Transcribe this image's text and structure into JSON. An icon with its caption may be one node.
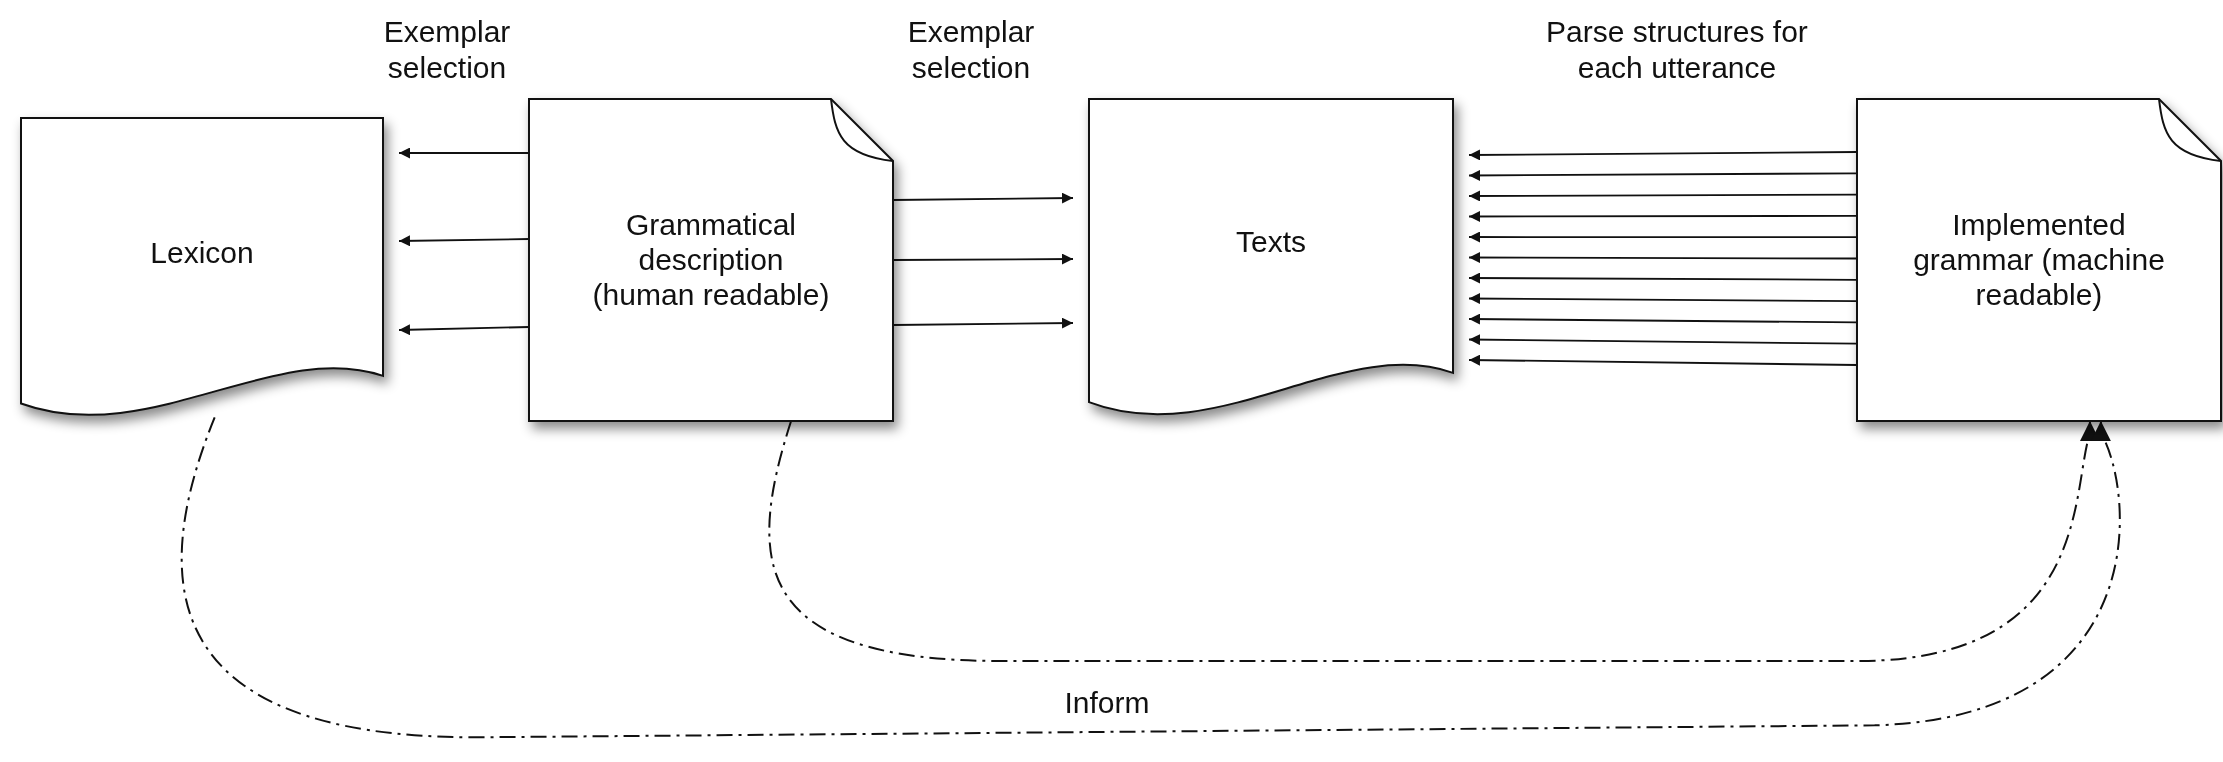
{
  "diagram": {
    "nodes": [
      {
        "text": [
          "Lexicon"
        ]
      },
      {
        "text": [
          "Grammatical description (human readable)"
        ]
      },
      {
        "text": [
          "Texts"
        ]
      },
      {
        "text": [
          "Implemented grammar (machine readable)"
        ]
      }
    ],
    "edges": [
      {
        "from": 1,
        "to": 0,
        "arrow": "to"
      },
      {
        "from": 1,
        "to": 0,
        "arrow": "to"
      },
      {
        "from": 1,
        "to": 0,
        "arrow": "to"
      },
      {
        "from": 1,
        "to": 2,
        "arrow": "to"
      },
      {
        "from": 1,
        "to": 2,
        "arrow": "to"
      },
      {
        "from": 1,
        "to": 2,
        "arrow": "to"
      },
      {
        "from": 3,
        "to": 2,
        "arrow": "to"
      },
      {
        "from": 3,
        "to": 2,
        "arrow": "to"
      },
      {
        "from": 3,
        "to": 2,
        "arrow": "to"
      },
      {
        "from": 3,
        "to": 2,
        "arrow": "to"
      },
      {
        "from": 3,
        "to": 2,
        "arrow": "to"
      },
      {
        "from": 3,
        "to": 2,
        "arrow": "to"
      },
      {
        "from": 3,
        "to": 2,
        "arrow": "to"
      },
      {
        "from": 3,
        "to": 2,
        "arrow": "to"
      },
      {
        "from": 3,
        "to": 2,
        "arrow": "to"
      },
      {
        "from": 3,
        "to": 2,
        "arrow": "to"
      },
      {
        "from": 3,
        "to": 2,
        "arrow": "to"
      },
      {
        "from": 1,
        "to": 3,
        "arrow": "to",
        "style": "dashed"
      },
      {
        "from": 0,
        "to": 3,
        "arrow": "to",
        "style": "dashed"
      }
    ],
    "labels": [
      "Exemplar selection",
      "Exemplar selection",
      "Parse structures for each utterance",
      "Inform"
    ]
  }
}
